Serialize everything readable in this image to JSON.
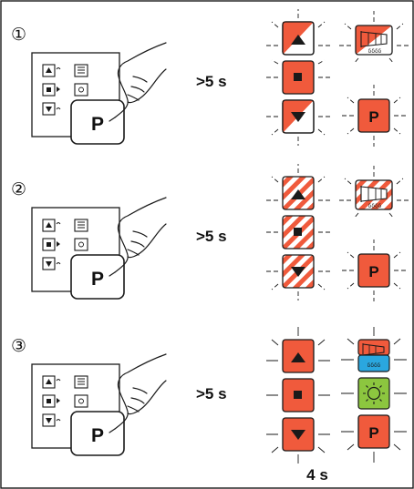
{
  "steps": [
    {
      "number": "①",
      "duration": ">5 s",
      "p_label": "P",
      "direction_buttons": "red-blinking",
      "wind_rain_icon": "red-diagonal-blinking",
      "p_button": "red-blinking",
      "sun_icon": "none"
    },
    {
      "number": "②",
      "duration": ">5 s",
      "p_label": "P",
      "direction_buttons": "red-white-striped-blinking",
      "wind_rain_icon": "red-white-striped-blinking",
      "p_button": "red-blinking",
      "sun_icon": "none"
    },
    {
      "number": "③",
      "duration": ">5 s",
      "p_label": "P",
      "direction_buttons": "red-blinking",
      "wind_rain_icon": "red-blue-blinking",
      "p_button": "red-blinking",
      "sun_icon": "green-blinking"
    }
  ],
  "final_duration": "4 s",
  "colors": {
    "red": "#f05a3c",
    "blue": "#2aa7df",
    "green": "#8cc63f",
    "outline": "#1a1a1a"
  }
}
